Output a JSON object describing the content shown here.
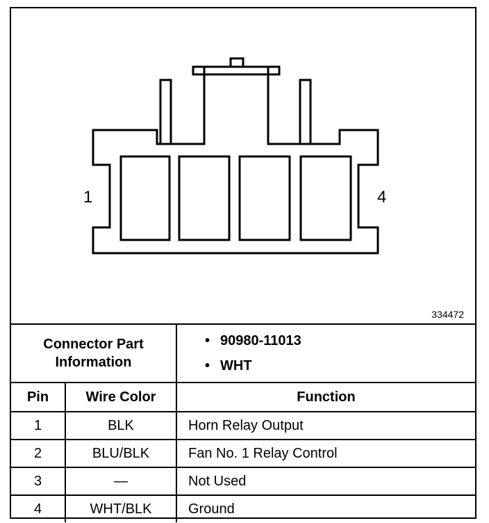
{
  "diagram": {
    "pin_left_label": "1",
    "pin_right_label": "4",
    "figure_number": "334472"
  },
  "connector_info": {
    "label_line1": "Connector Part",
    "label_line2": "Information",
    "values": [
      "90980-11013",
      "WHT"
    ]
  },
  "table": {
    "headers": [
      "Pin",
      "Wire Color",
      "Function"
    ],
    "rows": [
      {
        "pin": "1",
        "wire_color": "BLK",
        "function": "Horn Relay Output"
      },
      {
        "pin": "2",
        "wire_color": "BLU/BLK",
        "function": "Fan No. 1 Relay Control"
      },
      {
        "pin": "3",
        "wire_color": "—",
        "function": "Not Used"
      },
      {
        "pin": "4",
        "wire_color": "WHT/BLK",
        "function": "Ground"
      }
    ]
  }
}
